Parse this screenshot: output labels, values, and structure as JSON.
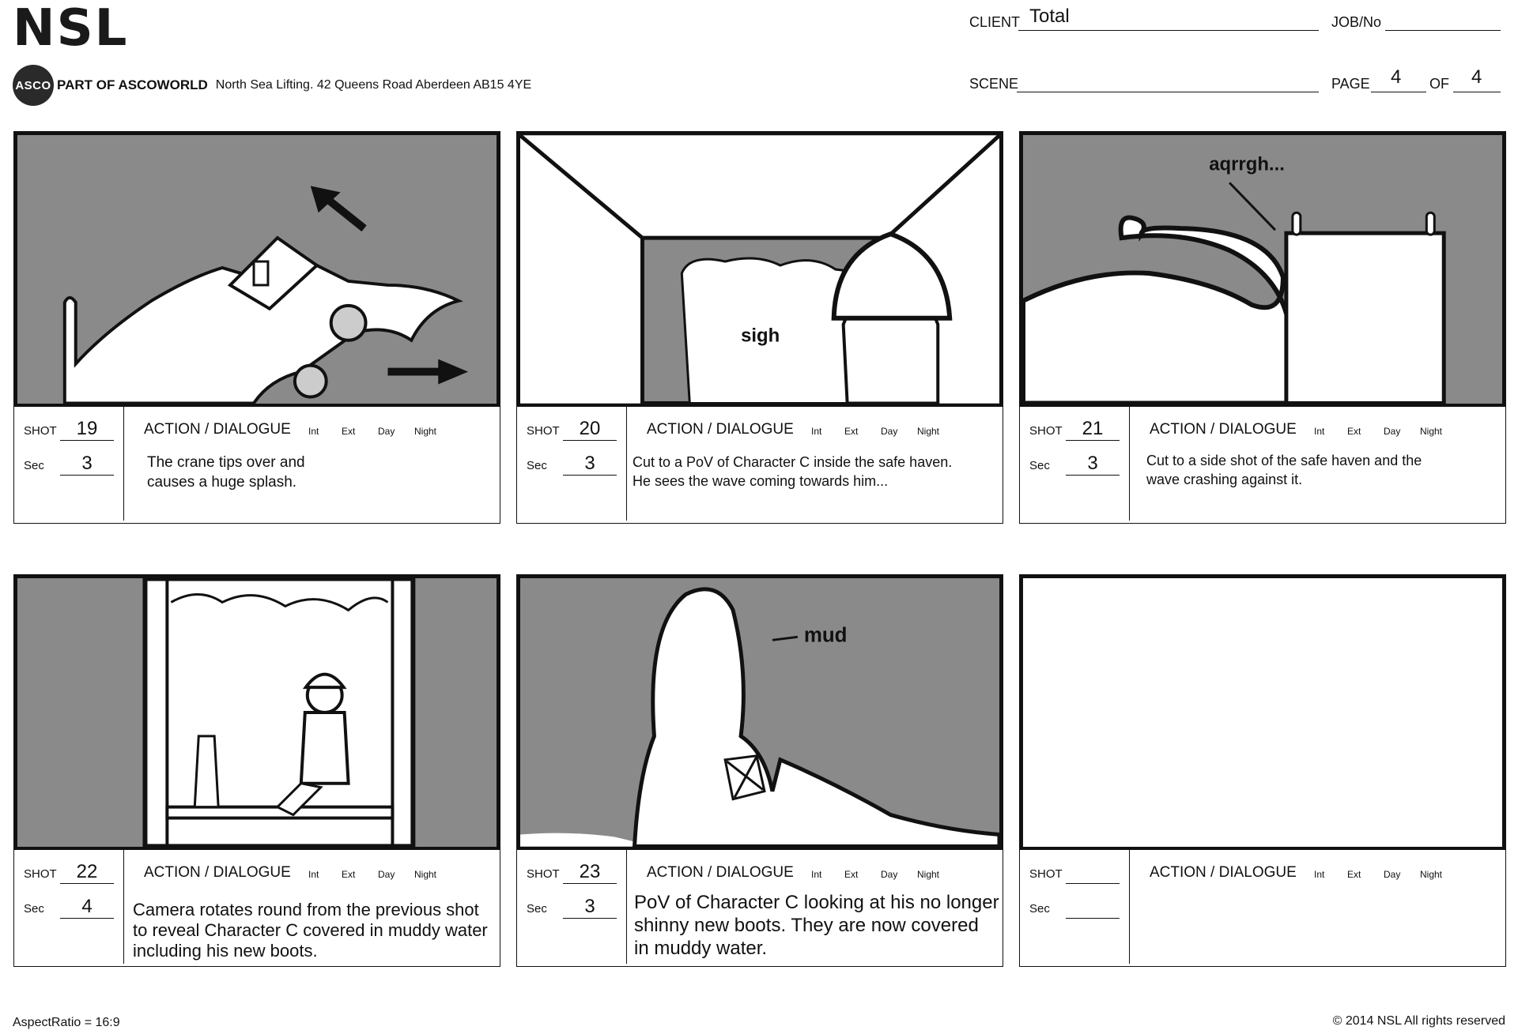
{
  "header": {
    "brand": "NSL",
    "asco_logo": "ASCO",
    "asco_part": "PART OF ASCOWORLD",
    "address": "North Sea Lifting. 42 Queens Road Aberdeen AB15 4YE",
    "client_label": "CLIENT",
    "client_value": "Total",
    "job_label": "JOB/No",
    "job_value": "",
    "scene_label": "SCENE",
    "scene_value": "",
    "page_label": "PAGE",
    "page_value": "4",
    "of_label": "OF",
    "of_value": "4"
  },
  "labels": {
    "shot": "SHOT",
    "sec": "Sec",
    "action": "ACTION / DIALOGUE",
    "int": "Int",
    "ext": "Ext",
    "day": "Day",
    "night": "Night"
  },
  "panels": [
    {
      "shot": "19",
      "sec": "3",
      "description": "The crane tips over and\ncauses a huge splash."
    },
    {
      "shot": "20",
      "sec": "3",
      "description": "Cut to a PoV of Character C inside the safe haven.\nHe sees the wave coming towards him...",
      "sketch_text": "sigh"
    },
    {
      "shot": "21",
      "sec": "3",
      "description": "Cut to a side shot of the safe haven and the\nwave crashing against it.",
      "sketch_text": "aqrrgh..."
    },
    {
      "shot": "22",
      "sec": "4",
      "description": "Camera rotates round from the previous shot\nto reveal Character C covered in muddy water\nincluding his new boots."
    },
    {
      "shot": "23",
      "sec": "3",
      "description": "PoV of Character C looking at his no longer\nshinny new boots.  They are now covered\nin muddy water.",
      "sketch_text": "mud"
    },
    {
      "shot": "",
      "sec": "",
      "description": ""
    }
  ],
  "footer": {
    "aspect": "AspectRatio = 16:9",
    "copyright": "© 2014 NSL All rights reserved"
  }
}
